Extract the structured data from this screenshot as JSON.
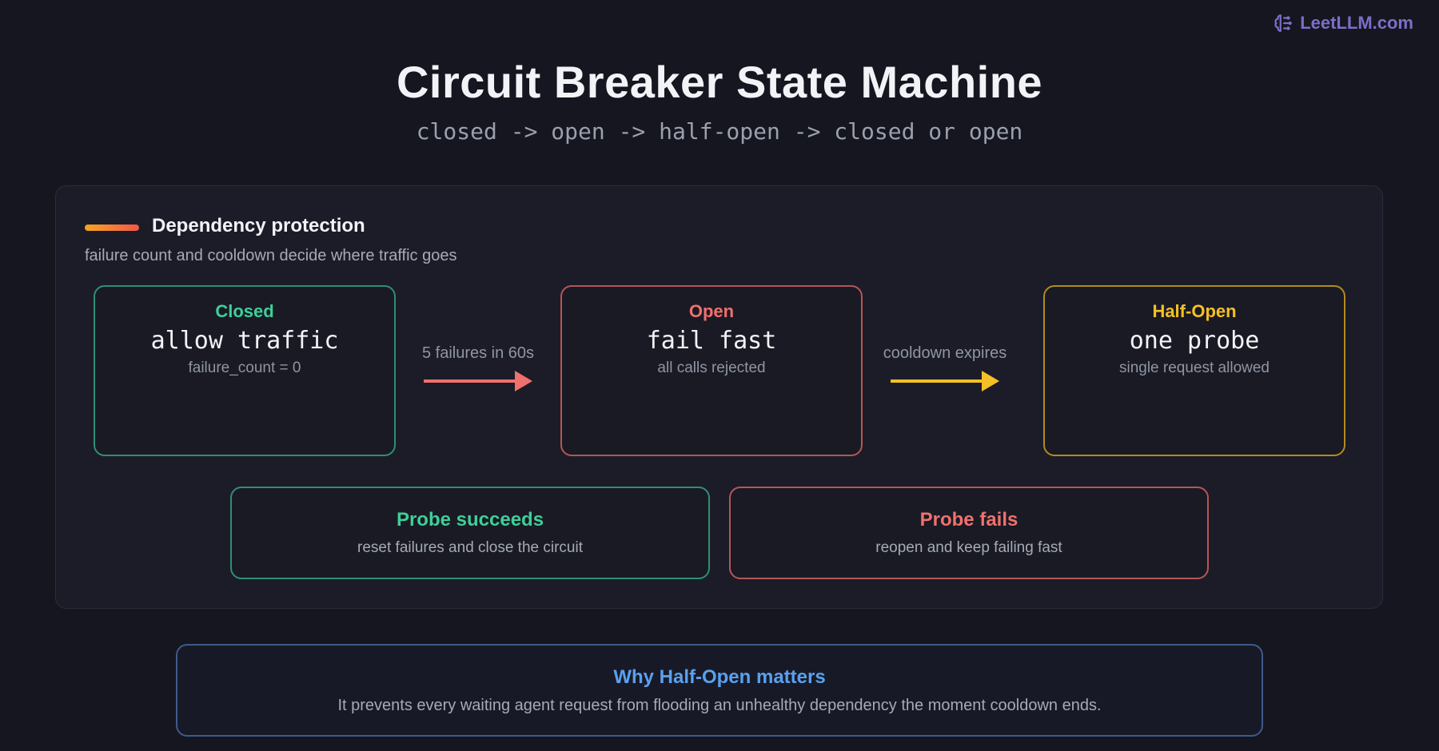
{
  "brand": {
    "label": "LeetLLM.com",
    "icon": "brain-icon",
    "color": "#7b6fc9"
  },
  "header": {
    "title": "Circuit Breaker State Machine",
    "subtitle": "closed -> open -> half-open -> closed or open"
  },
  "panel": {
    "heading": "Dependency protection",
    "description": "failure count and cooldown decide where traffic goes",
    "states": [
      {
        "name": "Closed",
        "action": "allow traffic",
        "detail": "failure_count = 0",
        "color": "#3ecf98"
      },
      {
        "name": "Open",
        "action": "fail fast",
        "detail": "all calls rejected",
        "color": "#f0706d"
      },
      {
        "name": "Half-Open",
        "action": "one probe",
        "detail": "single request allowed",
        "color": "#f5c026"
      }
    ],
    "transitions": [
      {
        "label": "5 failures in 60s",
        "color": "#f0706d"
      },
      {
        "label": "cooldown expires",
        "color": "#f5c026"
      }
    ],
    "outcomes": [
      {
        "title": "Probe succeeds",
        "description": "reset failures and close the circuit",
        "color": "#3ecf98"
      },
      {
        "title": "Probe fails",
        "description": "reopen and keep failing fast",
        "color": "#f0706d"
      }
    ]
  },
  "note": {
    "title": "Why Half-Open matters",
    "description": "It prevents every waiting agent request from flooding an unhealthy dependency the moment cooldown ends."
  }
}
